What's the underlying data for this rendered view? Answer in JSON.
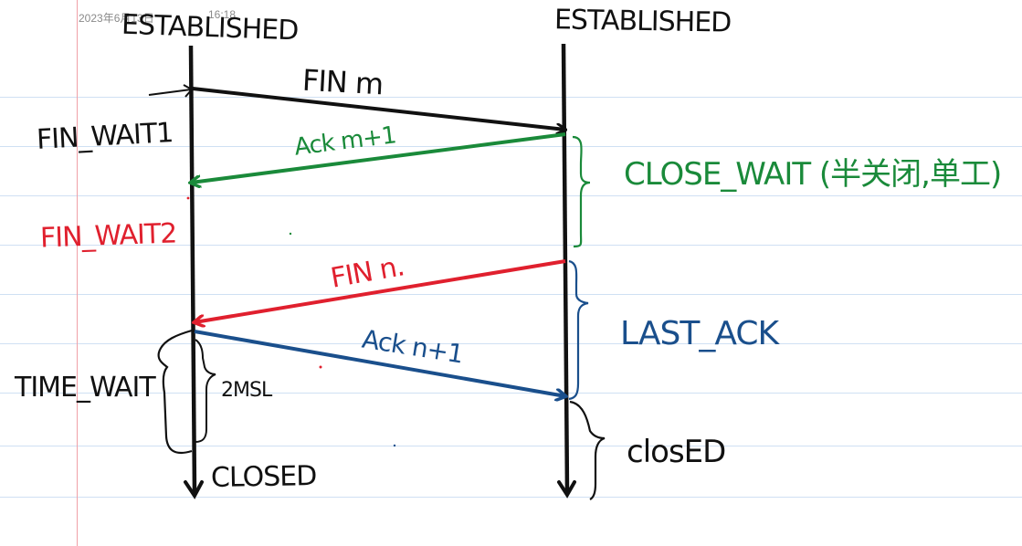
{
  "note_header": {
    "date": "2023年6月13日",
    "time": "16:18"
  },
  "states": {
    "client_top": "ESTABLISHED",
    "server_top": "ESTABLISHED",
    "fin_wait1": "FIN_WAIT1",
    "fin_wait2": "FIN_WAIT2",
    "time_wait": "TIME_WAIT",
    "client_bottom": "CLOSED",
    "close_wait": "CLOSE_WAIT (半关闭,单工)",
    "last_ack": "LAST_ACK",
    "server_bottom": "closED",
    "wait_duration": "2MSL"
  },
  "messages": [
    {
      "label": "FIN m",
      "color": "#111111"
    },
    {
      "label": "Ack m+1",
      "color": "#1a8a3a"
    },
    {
      "label": "FIN n.",
      "color": "#e0202e"
    },
    {
      "label": "Ack n+1",
      "color": "#1a4f8c"
    }
  ]
}
